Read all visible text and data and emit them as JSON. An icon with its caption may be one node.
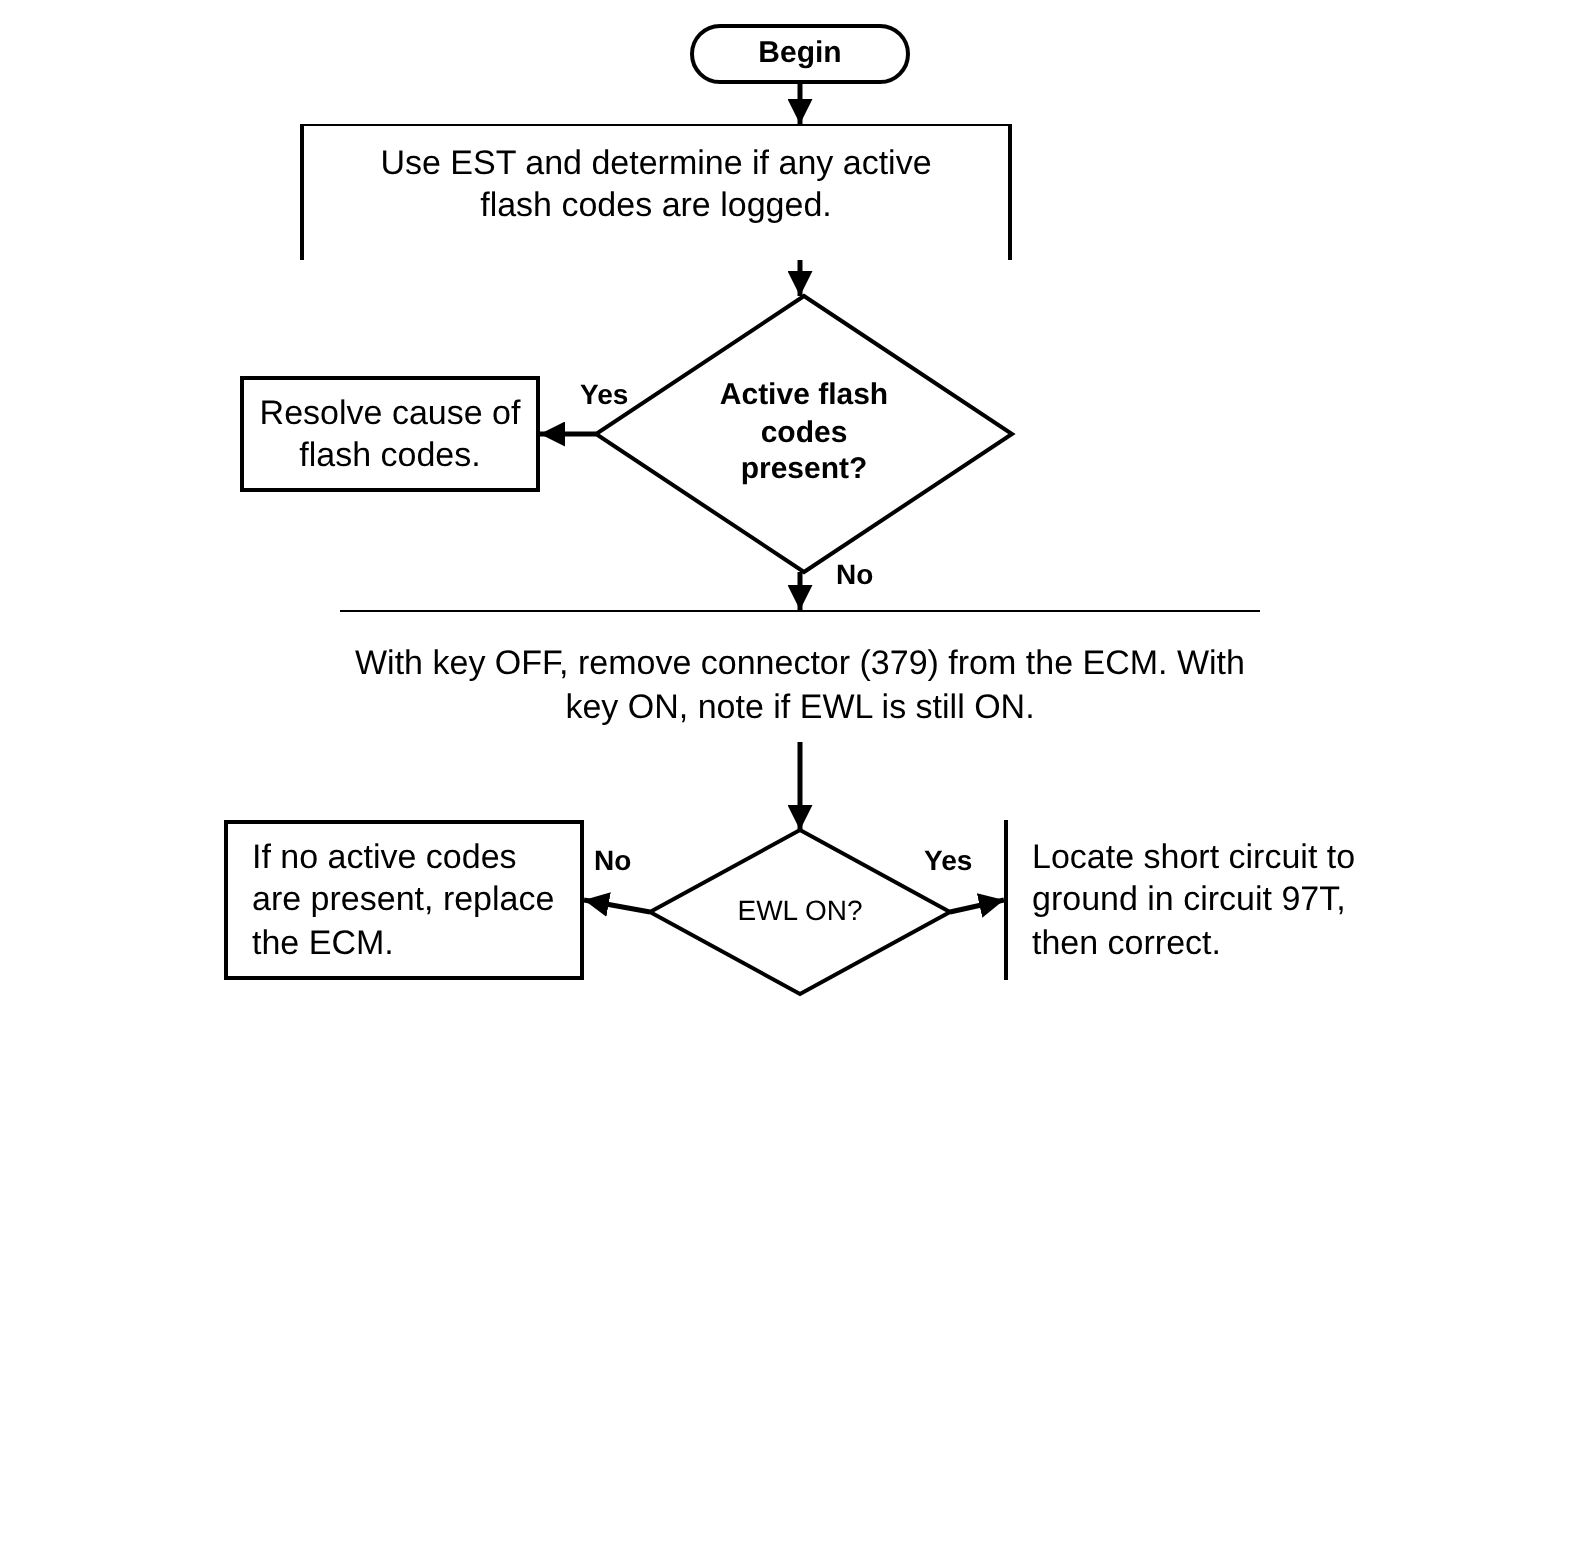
{
  "diagram": {
    "nodes": [
      {
        "text": [
          "Begin"
        ]
      },
      {
        "text": [
          "Use EST and determine if any active flash codes are logged."
        ]
      },
      {
        "text": [
          "Active flash codes present?"
        ]
      },
      {
        "text": [
          "Resolve cause of flash codes."
        ]
      },
      {
        "text": [
          "With key OFF, remove connector (379) from the ECM. With key ON, note if EWL is still ON."
        ]
      },
      {
        "text": [
          "EWL ON?"
        ]
      },
      {
        "text": [
          "If no active codes are present, replace the ECM."
        ]
      },
      {
        "text": [
          "Locate short circuit to ground in circuit 97T, then correct."
        ]
      }
    ],
    "edges": [
      {
        "from": 0,
        "to": 1,
        "arrow": "to"
      },
      {
        "from": 1,
        "to": 2,
        "arrow": "to"
      },
      {
        "from": 2,
        "to": 3,
        "arrow": "to",
        "label": "Yes"
      },
      {
        "from": 2,
        "to": 4,
        "arrow": "to",
        "label": "No"
      },
      {
        "from": 4,
        "to": 5,
        "arrow": "to"
      },
      {
        "from": 5,
        "to": 6,
        "arrow": "to",
        "label": "No"
      },
      {
        "from": 5,
        "to": 7,
        "arrow": "to",
        "label": "Yes"
      }
    ]
  }
}
